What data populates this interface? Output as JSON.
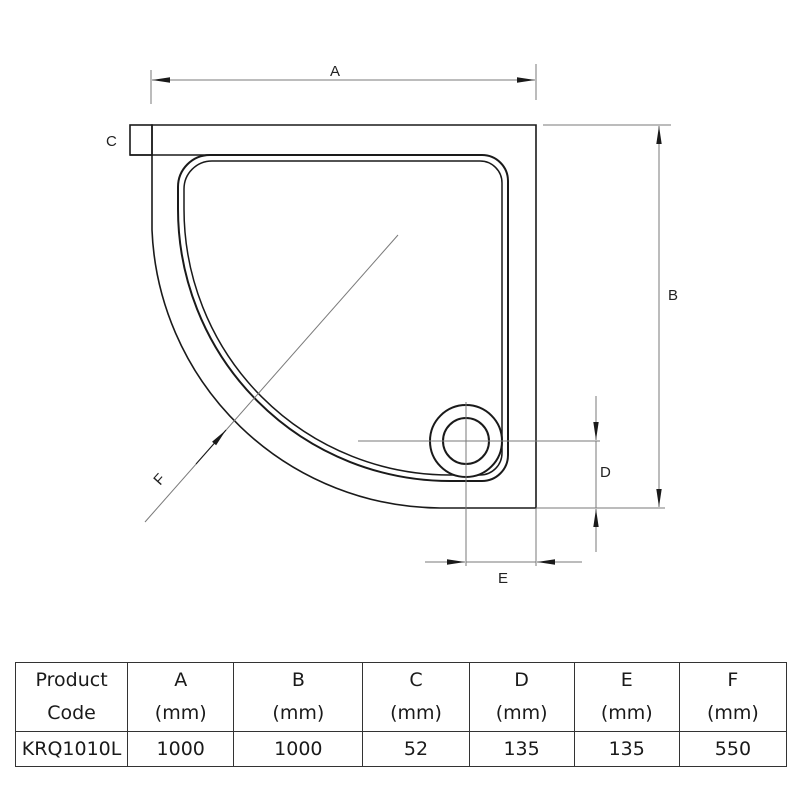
{
  "diagram": {
    "title": "Quadrant shower tray dimension drawing",
    "labels": {
      "A": "A",
      "B": "B",
      "C": "C",
      "D": "D",
      "E": "E",
      "F": "F"
    },
    "colors": {
      "outline": "#1a1a1a",
      "dimension_line": "#7a7a7a",
      "background": "#ffffff"
    }
  },
  "table": {
    "headers": [
      {
        "line1": "Product",
        "line2": "Code"
      },
      {
        "line1": "A",
        "line2": "(mm)"
      },
      {
        "line1": "B",
        "line2": "(mm)"
      },
      {
        "line1": "C",
        "line2": "(mm)"
      },
      {
        "line1": "D",
        "line2": "(mm)"
      },
      {
        "line1": "E",
        "line2": "(mm)"
      },
      {
        "line1": "F",
        "line2": "(mm)"
      }
    ],
    "rows": [
      [
        "KRQ1010L",
        "1000",
        "1000",
        "52",
        "135",
        "135",
        "550"
      ]
    ]
  }
}
